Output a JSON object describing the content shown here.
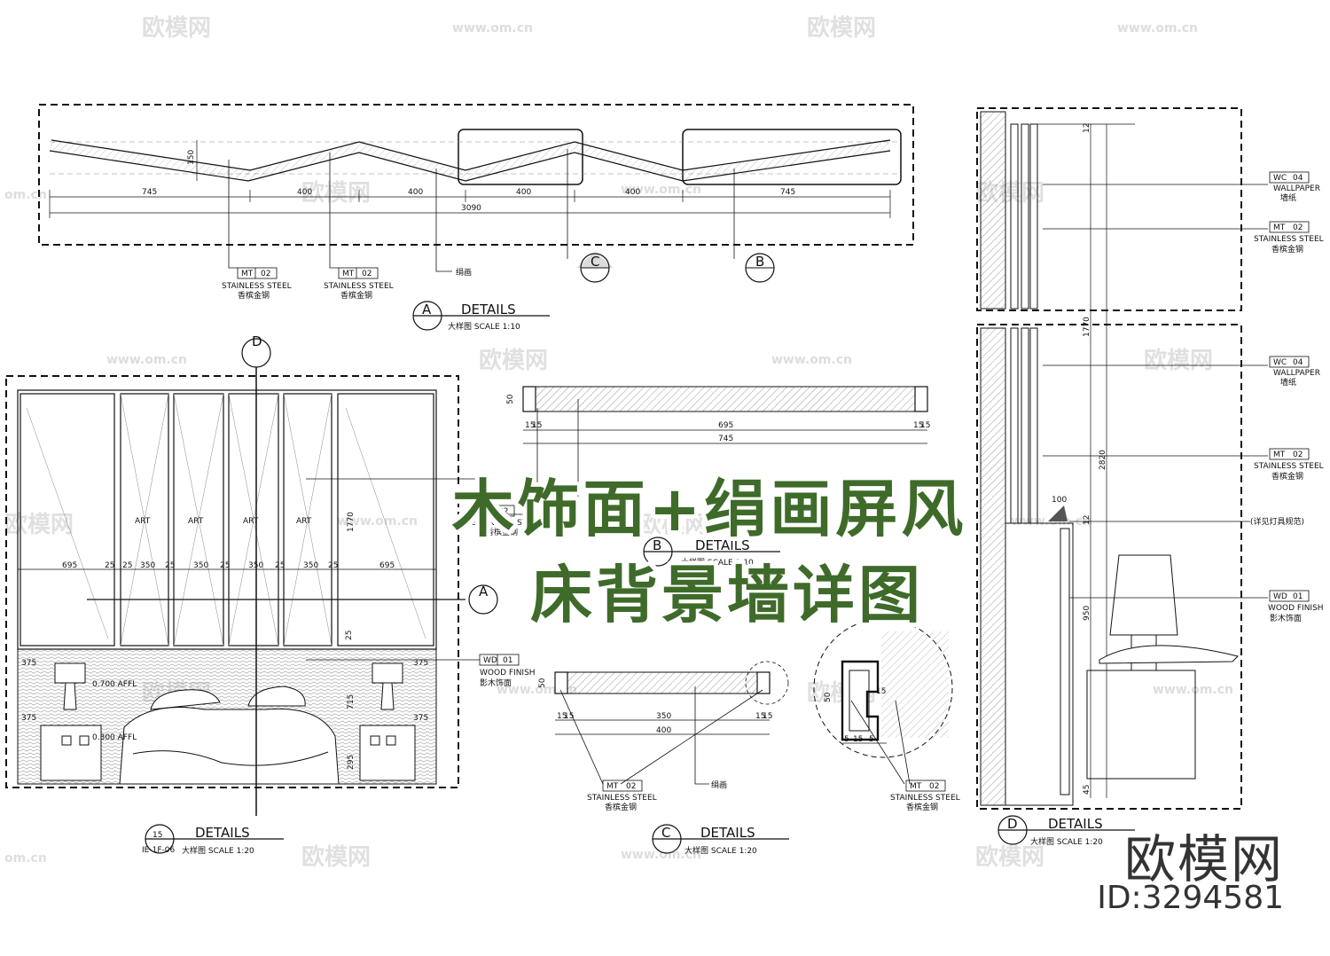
{
  "title": {
    "line1": "木饰面+绢画屏风",
    "line2": "床背景墙详图"
  },
  "brand": {
    "name": "欧模网",
    "id": "ID:3294581"
  },
  "watermark": {
    "logo": "欧模网",
    "url": "www.om.cn",
    "partial_left": "om.cn",
    "partial_right": "om.cn"
  },
  "materials": {
    "mt_code": "MT",
    "mt_num": "02",
    "mt_en": "STAINLESS STEEL",
    "mt_cn": "香槟金钢",
    "wc_code": "WC",
    "wc_num": "04",
    "wc_en": "WALLPAPER",
    "wc_cn": "墙纸",
    "wd_code": "WD",
    "wd_num": "01",
    "wd_en": "WOOD FINISH",
    "wd_cn": "影木饰面",
    "silk": "绢画",
    "lamp_note": "(详见灯具规范)"
  },
  "details": {
    "a": {
      "letter": "A",
      "title": "DETAILS",
      "sub": "大样图 SCALE 1:10"
    },
    "b": {
      "letter": "B",
      "title": "DETAILS",
      "sub": "大样图 SCALE 1:10"
    },
    "c": {
      "letter": "C",
      "title": "DETAILS",
      "sub": "大样图 SCALE 1:20"
    },
    "d": {
      "letter": "D",
      "title": "DETAILS",
      "sub": "大样图 SCALE 1:20"
    },
    "e": {
      "letter": "15",
      "ref": "IE-1F-06",
      "title": "DETAILS",
      "sub": "大样图 SCALE 1:20"
    }
  },
  "markers": {
    "c": "C",
    "b": "B",
    "a": "A",
    "d": "D"
  },
  "plan_dims": {
    "h": "150",
    "seg1": "745",
    "seg2": "400",
    "seg3": "400",
    "seg4": "400",
    "seg5": "400",
    "seg6": "745",
    "total": "3090"
  },
  "b_dims": {
    "h": "50",
    "inner": "695",
    "total": "745",
    "s1": "15",
    "s2": "15",
    "s3": "15",
    "s4": "15"
  },
  "c_dims": {
    "h": "50",
    "inner": "350",
    "total": "400",
    "s1": "15",
    "s2": "15",
    "s3": "15",
    "s4": "15"
  },
  "joint_dims": {
    "h": "50",
    "a": "5",
    "b": "15",
    "c": "5",
    "d": "15"
  },
  "elev_dims": {
    "p1": "695",
    "g1": "25",
    "g2": "25",
    "p2": "350",
    "g3": "25",
    "p3": "350",
    "g4": "25",
    "p4": "350",
    "g5": "25",
    "p5": "350",
    "g6": "25",
    "p6": "695",
    "art": "ART",
    "v1": "1770",
    "v2": "25",
    "v3": "375",
    "v4": "375",
    "v5": "375",
    "v6": "375",
    "v7": "715",
    "v8": "295",
    "lvl1": "0.700 AFFL",
    "lvl2": "0.300 AFFL"
  },
  "section_dims": {
    "top": "12",
    "h1": "1770",
    "h2": "2820",
    "d100": "100",
    "h3": "950",
    "s": "12",
    "bot": "45"
  }
}
